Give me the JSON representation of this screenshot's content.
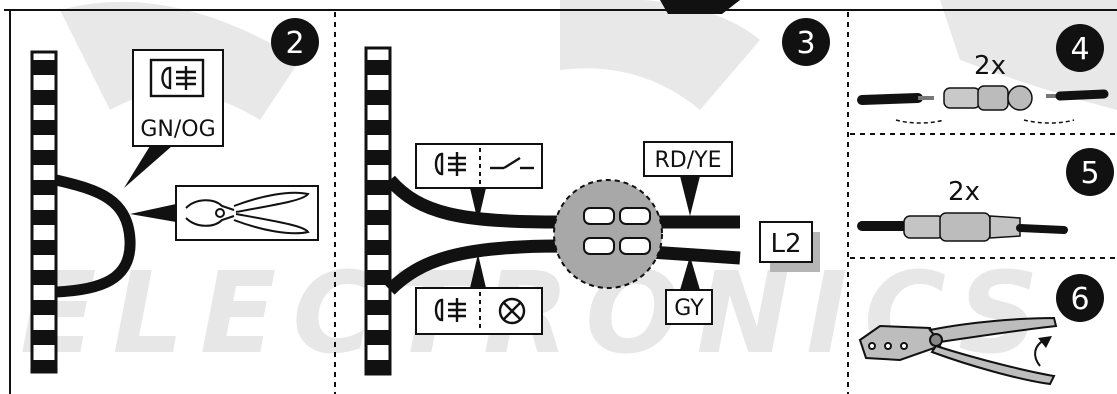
{
  "watermark": {
    "text": "ELECTRONICS"
  },
  "panels": {
    "p2": {
      "step": "2",
      "wire_color": "GN/OG"
    },
    "p3": {
      "step": "3",
      "wire_top": "RD/YE",
      "wire_bottom": "GY",
      "connector": "L2"
    },
    "p4": {
      "step": "4",
      "qty": "2x"
    },
    "p5": {
      "step": "5",
      "qty": "2x"
    },
    "p6": {
      "step": "6"
    }
  },
  "icons": [
    "fog-lamp-icon",
    "switch-icon",
    "lamp-icon",
    "side-cutter-pliers-icon",
    "butt-connector-icon",
    "crimping-tool-icon"
  ]
}
